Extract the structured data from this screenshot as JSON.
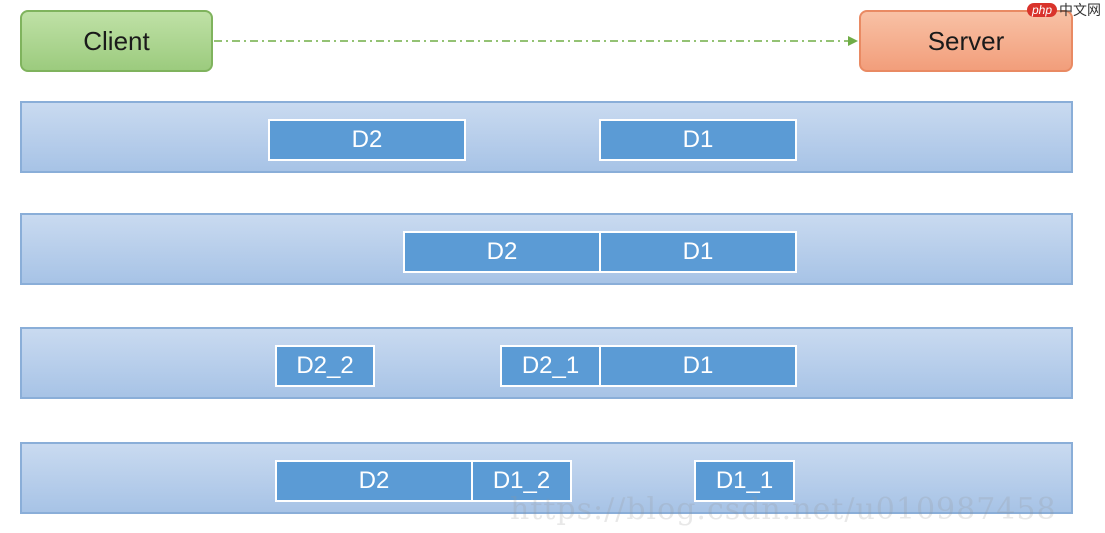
{
  "nodes": {
    "client": "Client",
    "server": "Server"
  },
  "rows": [
    {
      "segments": [
        "D2",
        "D1"
      ]
    },
    {
      "segments": [
        "D2",
        "D1"
      ]
    },
    {
      "segments": [
        "D2_2",
        "D2_1",
        "D1"
      ]
    },
    {
      "segments": [
        "D2",
        "D1_2",
        "D1_1"
      ]
    }
  ],
  "watermark": {
    "logo_php": "php",
    "logo_text": "中文网",
    "url": "https://blog.csdn.net/u010987458"
  },
  "colors": {
    "client_fill": "#a9d18e",
    "server_fill": "#f4b183",
    "row_fill": "#b4cbea",
    "segment_fill": "#5b9bd5",
    "arrow": "#70ad47"
  }
}
